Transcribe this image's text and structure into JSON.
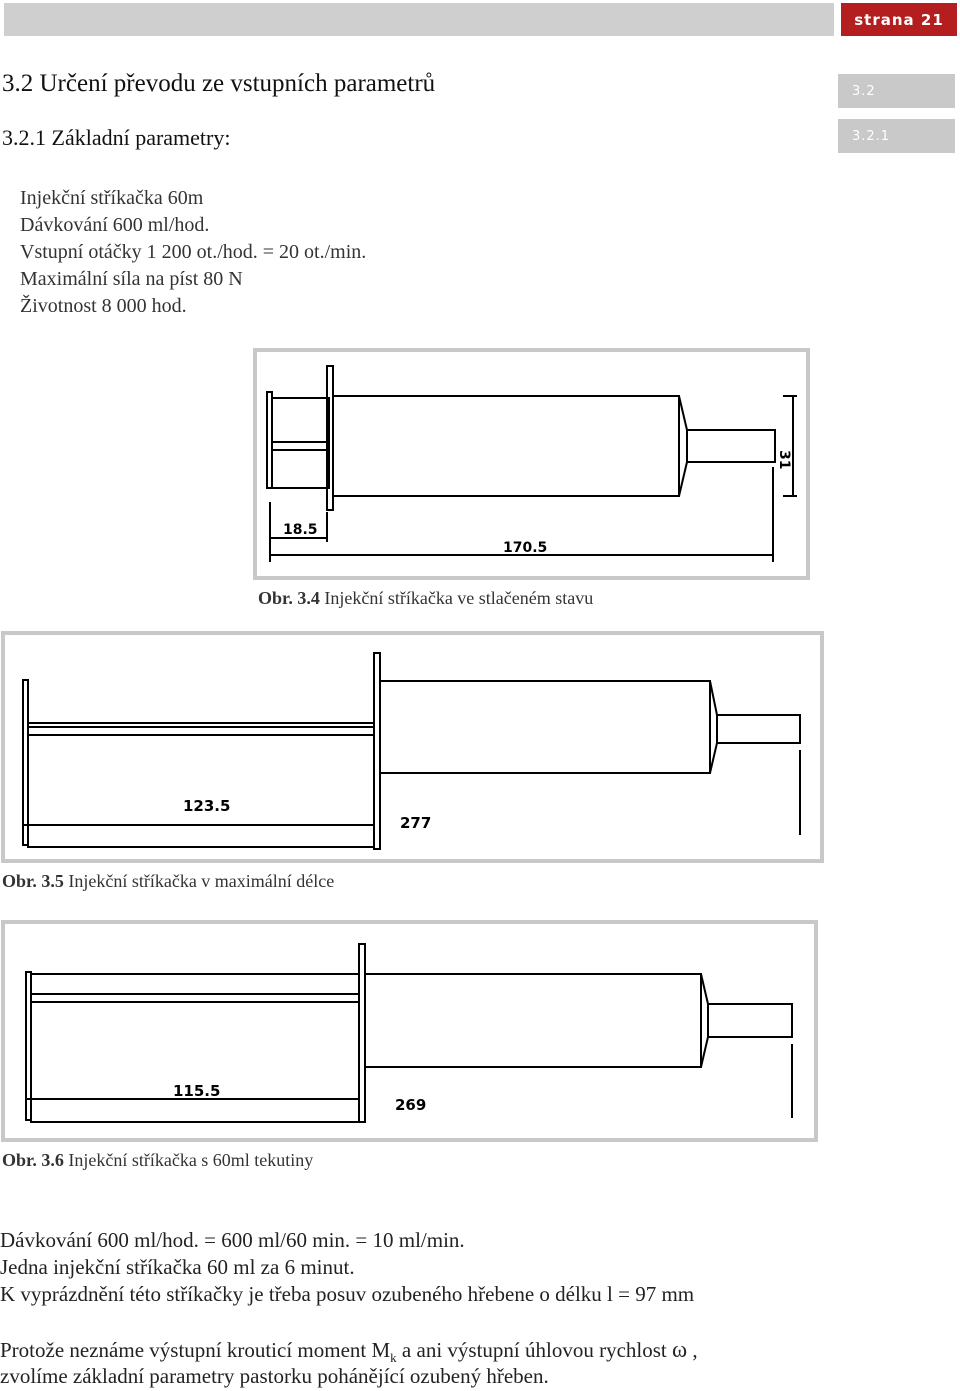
{
  "header": {
    "page_label": "strana 21",
    "section_badges": [
      "3.2",
      "3.2.1"
    ]
  },
  "headings": {
    "section": "3.2  Určení převodu ze vstupních parametrů",
    "subsection": "3.2.1   Základní parametry:"
  },
  "parameters": [
    "Injekční stříkačka 60m",
    "Dávkování 600 ml/hod.",
    "Vstupní otáčky 1 200 ot./hod. = 20 ot./min.",
    "Maximální síla na píst 80 N",
    "Životnost 8 000 hod."
  ],
  "figures": [
    {
      "caption_num": "Obr. 3.4",
      "caption_text": " Injekční stříkačka ve stlačeném stavu",
      "dimensions": [
        "18.5",
        "170.5",
        "31"
      ]
    },
    {
      "caption_num": "Obr. 3.5",
      "caption_text": " Injekční stříkačka v maximální délce",
      "dimensions": [
        "123.5",
        "277"
      ]
    },
    {
      "caption_num": "Obr. 3.6",
      "caption_text": " Injekční stříkačka  s 60ml tekutiny",
      "dimensions": [
        "115.5",
        "269"
      ]
    }
  ],
  "body": {
    "line1": "Dávkování 600 ml/hod. = 600 ml/60 min. = 10 ml/min.",
    "line2": "Jedna injekční stříkačka 60 ml za 6 minut.",
    "line3": "K vyprázdnění této stříkačky je třeba posuv ozubeného hřebene o délku l = 97 mm",
    "line4_a": "Protože neznáme výstupní krouticí moment M",
    "line4_sub": "k",
    "line4_b": " a ani výstupní úhlovou rychlost ",
    "line4_symbol": "ω",
    "line4_c": " ,",
    "line5": "zvolíme základní parametry pastorku pohánějící ozubený hřeben."
  }
}
